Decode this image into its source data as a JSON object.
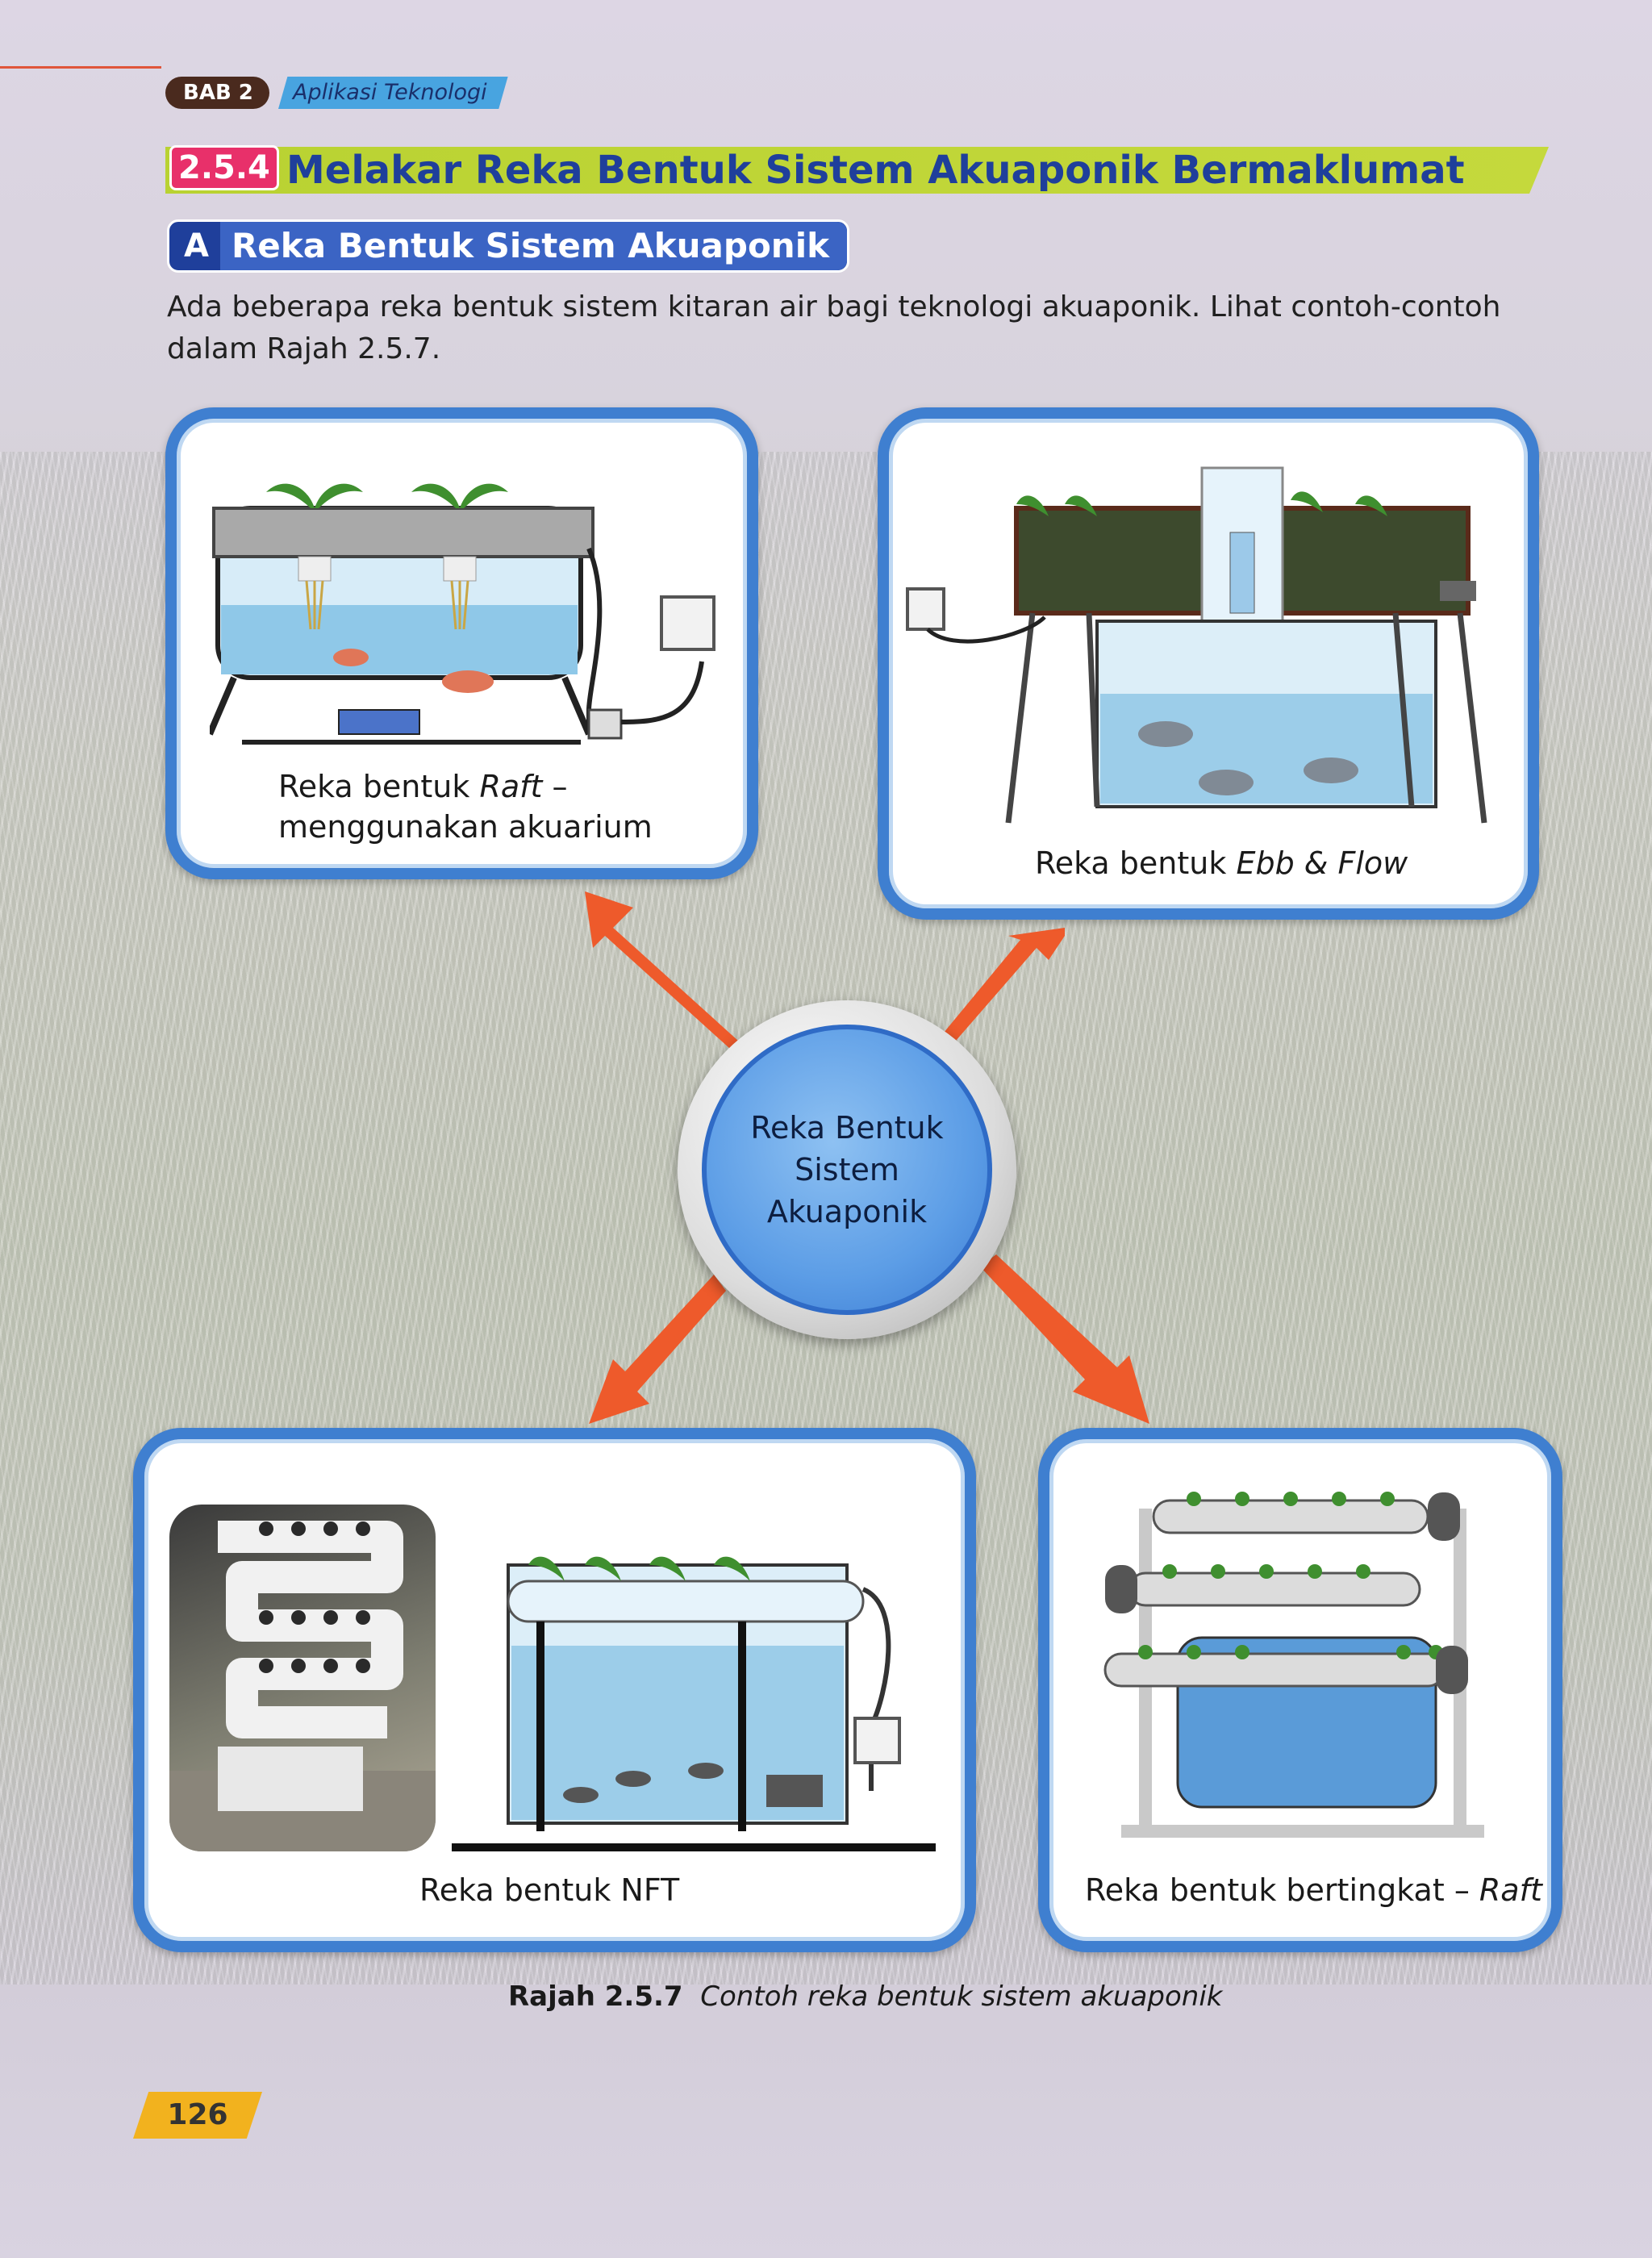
{
  "header": {
    "chapter_badge": "BAB 2",
    "chapter_name": "Aplikasi Teknologi"
  },
  "section": {
    "number": "2.5.4",
    "title": "Melakar Reka Bentuk Sistem Akuaponik Bermaklumat"
  },
  "subsection": {
    "letter": "A",
    "title": "Reka Bentuk Sistem Akuaponik"
  },
  "intro_text": "Ada beberapa reka bentuk sistem kitaran air bagi teknologi akuaponik. Lihat contoh-contoh dalam Rajah 2.5.7.",
  "diagram": {
    "center_label": "Reka Bentuk Sistem Akuaponik",
    "panels": [
      {
        "caption_prefix": "Reka bentuk ",
        "caption_italic": "Raft",
        "caption_suffix": " –",
        "caption_line2": "menggunakan akuarium"
      },
      {
        "caption_prefix": "Reka bentuk ",
        "caption_italic": "Ebb & Flow"
      },
      {
        "caption_prefix": "Reka bentuk NFT"
      },
      {
        "caption_prefix": "Reka bentuk bertingkat – ",
        "caption_italic": "Raft"
      }
    ]
  },
  "figure_caption": {
    "label": "Rajah 2.5.7",
    "text": "Contoh reka bentuk sistem akuaponik"
  },
  "page_number": "126",
  "colors": {
    "accent_blue": "#3f7fd0",
    "arrow_orange": "#ee5a2b",
    "section_green": "#b9d232",
    "section_pink": "#e8306a"
  }
}
